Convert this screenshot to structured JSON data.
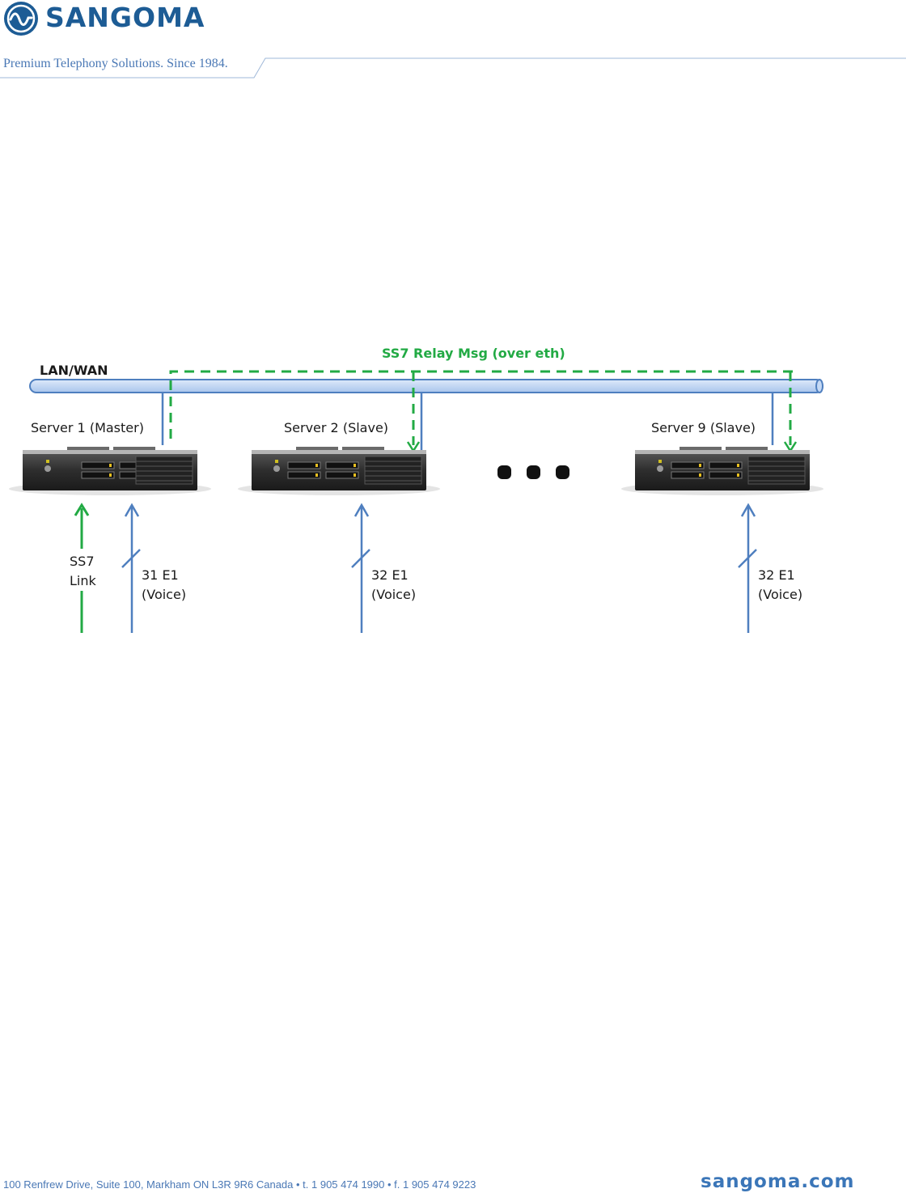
{
  "header": {
    "brand": "SANGOMA",
    "tagline": "Premium Telephony Solutions. Since 1984."
  },
  "diagram": {
    "network_label": "LAN/WAN",
    "relay_label": "SS7 Relay Msg (over eth)",
    "servers": [
      {
        "label": "Server 1 (Master)"
      },
      {
        "label": "Server 2 (Slave)"
      },
      {
        "label": "Server 9 (Slave)"
      }
    ],
    "links": {
      "ss7_line1": "SS7",
      "ss7_line2": "Link",
      "s1_line1": "31 E1",
      "s1_line2": "(Voice)",
      "s2_line1": "32 E1",
      "s2_line2": "(Voice)",
      "s9_line1": "32 E1",
      "s9_line2": "(Voice)"
    },
    "colors": {
      "ethernet": "#4f7fbf",
      "ss7": "#22aa44",
      "bus_fill": "#c5d9f5"
    }
  },
  "footer": {
    "address": "100 Renfrew Drive, Suite 100, Markham ON L3R 9R6 Canada  •  t. 1 905 474 1990  •  f. 1 905 474 9223",
    "website": "sangoma.com"
  }
}
